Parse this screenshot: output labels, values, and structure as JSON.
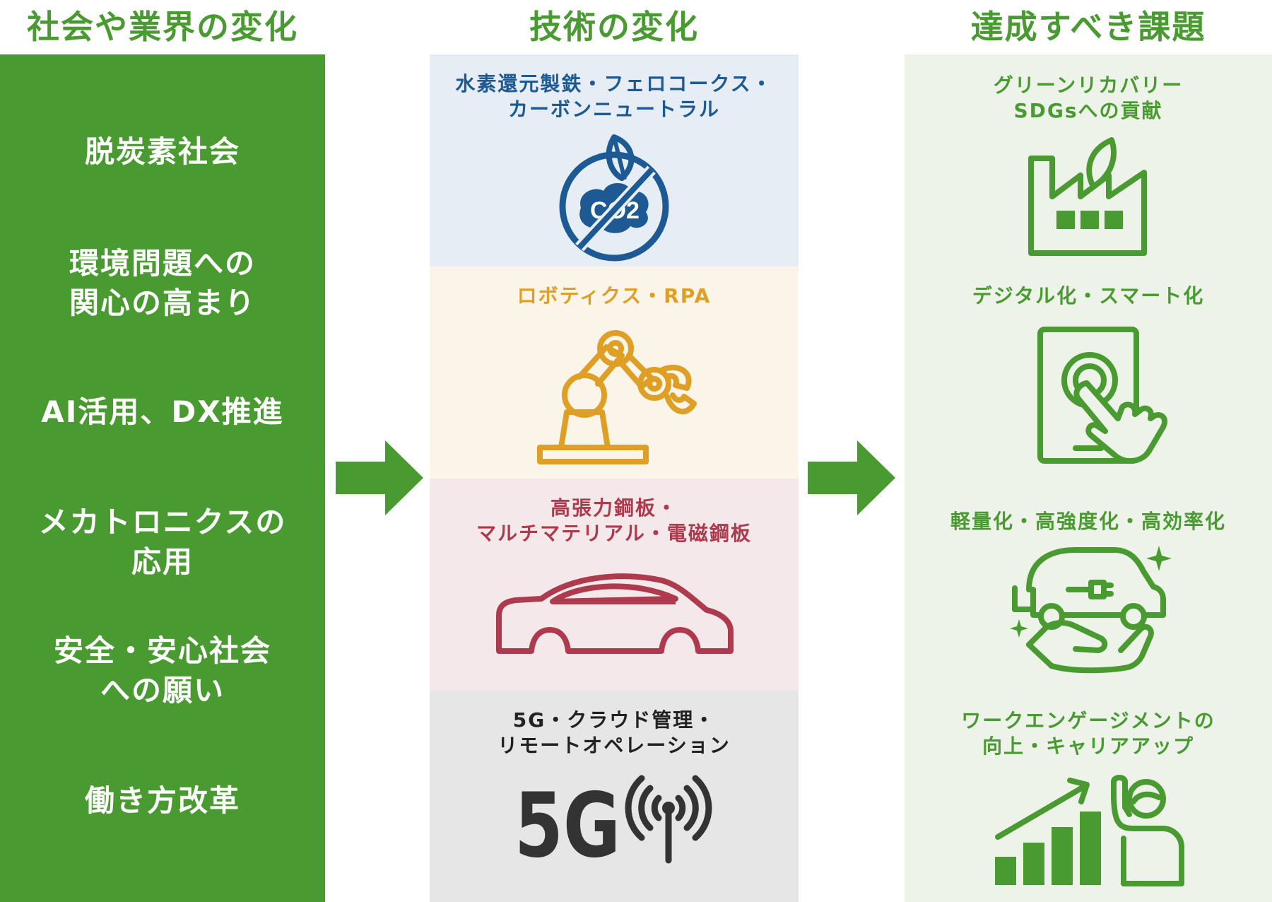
{
  "headers": {
    "society": "社会や業界の変化",
    "technology": "技術の変化",
    "challenges": "達成すべき課題"
  },
  "society_items": [
    {
      "line1": "脱炭素社会",
      "line2": ""
    },
    {
      "line1": "環境問題への",
      "line2": "関心の高まり"
    },
    {
      "line1": "AI活用、DX推進",
      "line2": ""
    },
    {
      "line1": "メカトロニクスの",
      "line2": "応用"
    },
    {
      "line1": "安全・安心社会",
      "line2": "への願い"
    },
    {
      "line1": "働き方改革",
      "line2": ""
    }
  ],
  "technology_items": [
    {
      "line1": "水素還元製鉄・フェロコークス・",
      "line2": "カーボンニュートラル",
      "icon": "co2-leaf-icon",
      "bg": "#e6edf5",
      "color": "#1d5a93"
    },
    {
      "line1": "ロボティクス・RPA",
      "line2": "",
      "icon": "robot-arm-icon",
      "bg": "#fbf4e8",
      "color": "#de9f24"
    },
    {
      "line1": "高張力鋼板・",
      "line2": "マルチマテリアル・電磁鋼板",
      "icon": "car-icon",
      "bg": "#f5e8ea",
      "color": "#ad3a4d"
    },
    {
      "line1": "5G・クラウド管理・",
      "line2": "リモートオペレーション",
      "icon": "5g-signal-icon",
      "bg": "#e6e6e6",
      "color": "#333333"
    }
  ],
  "five_g_text": "5G",
  "co2_text": "CO2",
  "challenge_items": [
    {
      "line1": "グリーンリカバリー",
      "line2": "SDGsへの貢献",
      "icon": "green-factory-icon"
    },
    {
      "line1": "デジタル化・スマート化",
      "line2": "",
      "icon": "tablet-touch-icon"
    },
    {
      "line1": "軽量化・高強度化・高効率化",
      "line2": "",
      "icon": "ev-hand-icon"
    },
    {
      "line1": "ワークエンゲージメントの",
      "line2": "向上・キャリアアップ",
      "icon": "growth-chart-person-icon"
    }
  ],
  "colors": {
    "green": "#4a9a32",
    "light_green_bg": "#edf3e8"
  }
}
